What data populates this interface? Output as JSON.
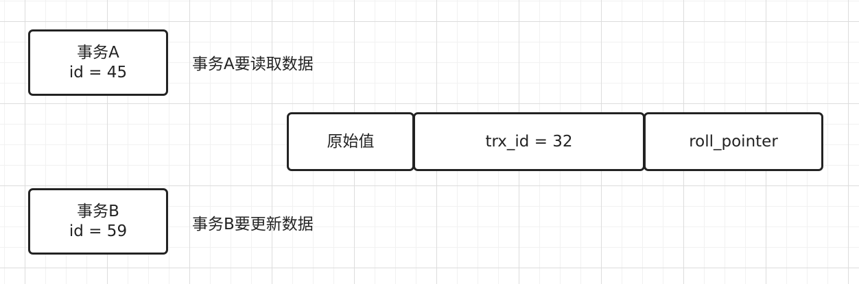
{
  "transaction_a": {
    "name": "事务A",
    "id_line": "id = 45",
    "note": "事务A要读取数据"
  },
  "transaction_b": {
    "name": "事务B",
    "id_line": "id = 59",
    "note": "事务B要更新数据"
  },
  "record": {
    "value": "原始值",
    "trx_id": "trx_id = 32",
    "roll_pointer": "roll_pointer"
  }
}
